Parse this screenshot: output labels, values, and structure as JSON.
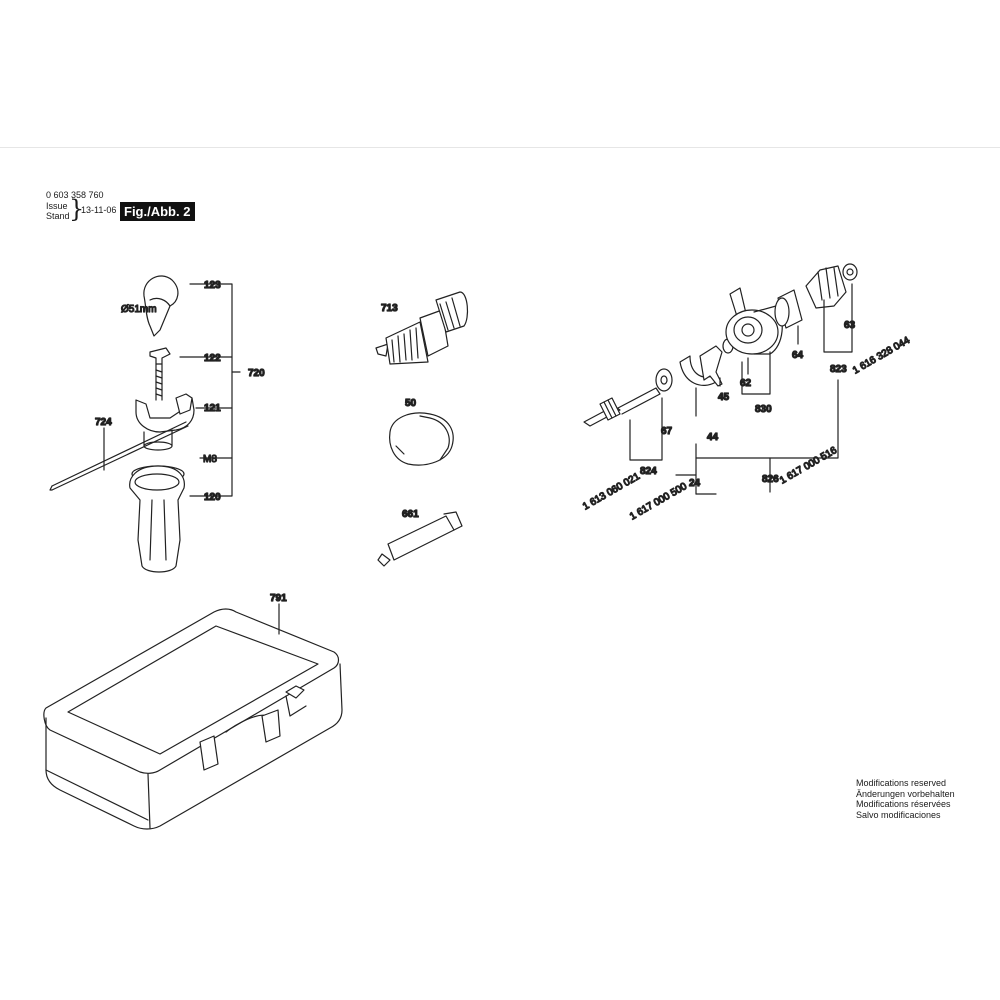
{
  "header": {
    "part_number": "0 603 358 760",
    "issue_label": "Issue",
    "stand_label": "Stand",
    "date": "13-11-06",
    "figure_badge": "Fig./Abb. 2"
  },
  "labels": {
    "p123": "123",
    "p122": "122",
    "p121": "121",
    "m8": "M8",
    "p120": "120",
    "p720": "720",
    "p724": "724",
    "dia51": "Ø51mm",
    "p713": "713",
    "p50": "50",
    "p661": "661",
    "p791": "791",
    "p63": "63",
    "p64": "64",
    "p62": "62",
    "p830": "830",
    "p45": "45",
    "p44": "44",
    "p67": "67",
    "p824": "824",
    "p823": "823",
    "p24": "24",
    "p826": "826",
    "code_1616328044": "1 616 328 044",
    "code_1613060021": "1 613 060 021",
    "code_1617000500": "1 617 000 500",
    "code_1617000516": "1 617 000 516"
  },
  "notes": [
    "Modifications reserved",
    "Änderungen vorbehalten",
    "Modifications réservées",
    "Salvo modificaciones"
  ]
}
